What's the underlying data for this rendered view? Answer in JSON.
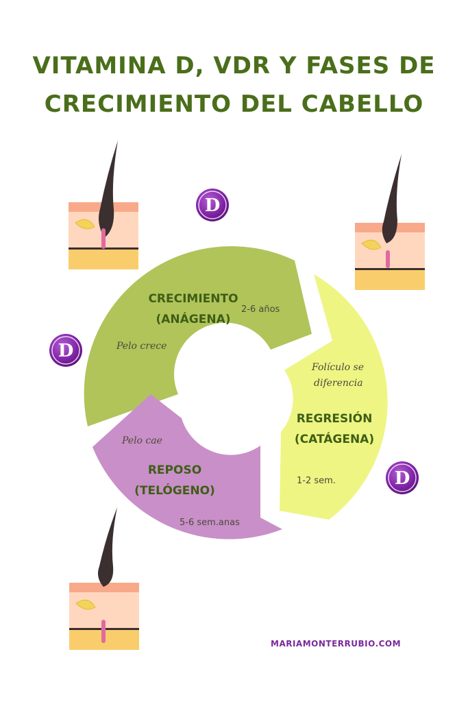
{
  "title": {
    "line1": "VITAMINA D, VDR Y FASES DE",
    "line2": "CRECIMIENTO DEL CABELLO"
  },
  "phases": {
    "anagen": {
      "title_line1": "CRECIMIENTO",
      "title_line2": "(ANÁGENA)",
      "duration": "2-6 años",
      "note": "Pelo crece",
      "color": "#b0c45a"
    },
    "catagen": {
      "title_line1": "REGRESIÓN",
      "title_line2": "(CATÁGENA)",
      "duration": "1-2 sem.",
      "note_line1": "Folículo se",
      "note_line2": "diferencia",
      "color": "#eef583"
    },
    "telogen": {
      "title_line1": "REPOSO",
      "title_line2": "(TELÓGENO)",
      "duration": "5-6 sem.anas",
      "note": "Pelo cae",
      "color": "#c98fc8"
    }
  },
  "vitamin_badge": {
    "letter": "D",
    "color": "#7a1fa0"
  },
  "icons": [
    "hair-follicle-icon",
    "vitamin-d-icon"
  ],
  "footer": {
    "site": "MARIAMONTERRUBIO.COM"
  }
}
